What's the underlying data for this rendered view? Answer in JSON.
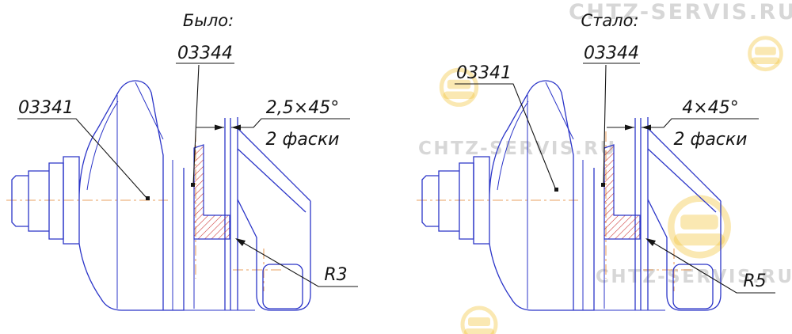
{
  "page": {
    "background": "#ffffff"
  },
  "colors": {
    "drawing_line_blue": "#2b35c8",
    "centerline_orange": "#e8a060",
    "hatch_red": "#cc3333",
    "annotation_black": "#151515",
    "watermark_gray": "#cecece",
    "watermark_yellow": "#f2c53f"
  },
  "watermark": {
    "text": "CHTZ-SERVIS.RU"
  },
  "views": {
    "before": {
      "title": "Было:",
      "part_upper": "03344",
      "part_lower": "03341",
      "chamfer": "2,5×45°",
      "chamfer_note": "2 фаски",
      "fillet": "R3"
    },
    "after": {
      "title": "Стало:",
      "part_upper": "03344",
      "part_lower": "03341",
      "chamfer": "4×45°",
      "chamfer_note": "2 фаски",
      "fillet": "R5"
    }
  }
}
